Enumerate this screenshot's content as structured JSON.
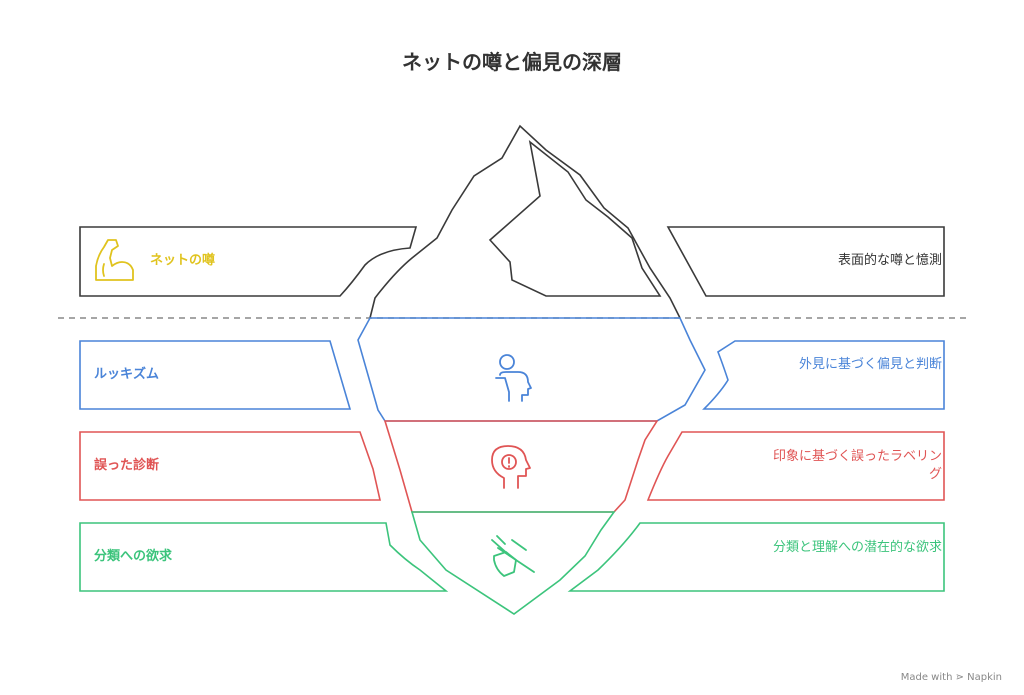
{
  "title": "ネットの噂と偏見の深層",
  "colors": {
    "surface": "#3a3a3a",
    "layer1": "#4a84d8",
    "layer2": "#e05555",
    "layer3": "#3cc47c",
    "surface_label": "#e0c31e"
  },
  "surface": {
    "label": "ネットの噂",
    "description": "表面的な噂と憶測",
    "icon": "flexed-arm-icon"
  },
  "layers": [
    {
      "label": "ルッキズム",
      "description": "外見に基づく偏見と判断",
      "icon": "head-thinking-icon"
    },
    {
      "label": "誤った診断",
      "description": "印象に基づく誤ったラベリング",
      "icon": "head-alert-icon"
    },
    {
      "label": "分類への欲求",
      "description": "分類と理解への潜在的な欲求",
      "icon": "hand-tools-icon"
    }
  ],
  "watermark": "Made with ⋗ Napkin"
}
